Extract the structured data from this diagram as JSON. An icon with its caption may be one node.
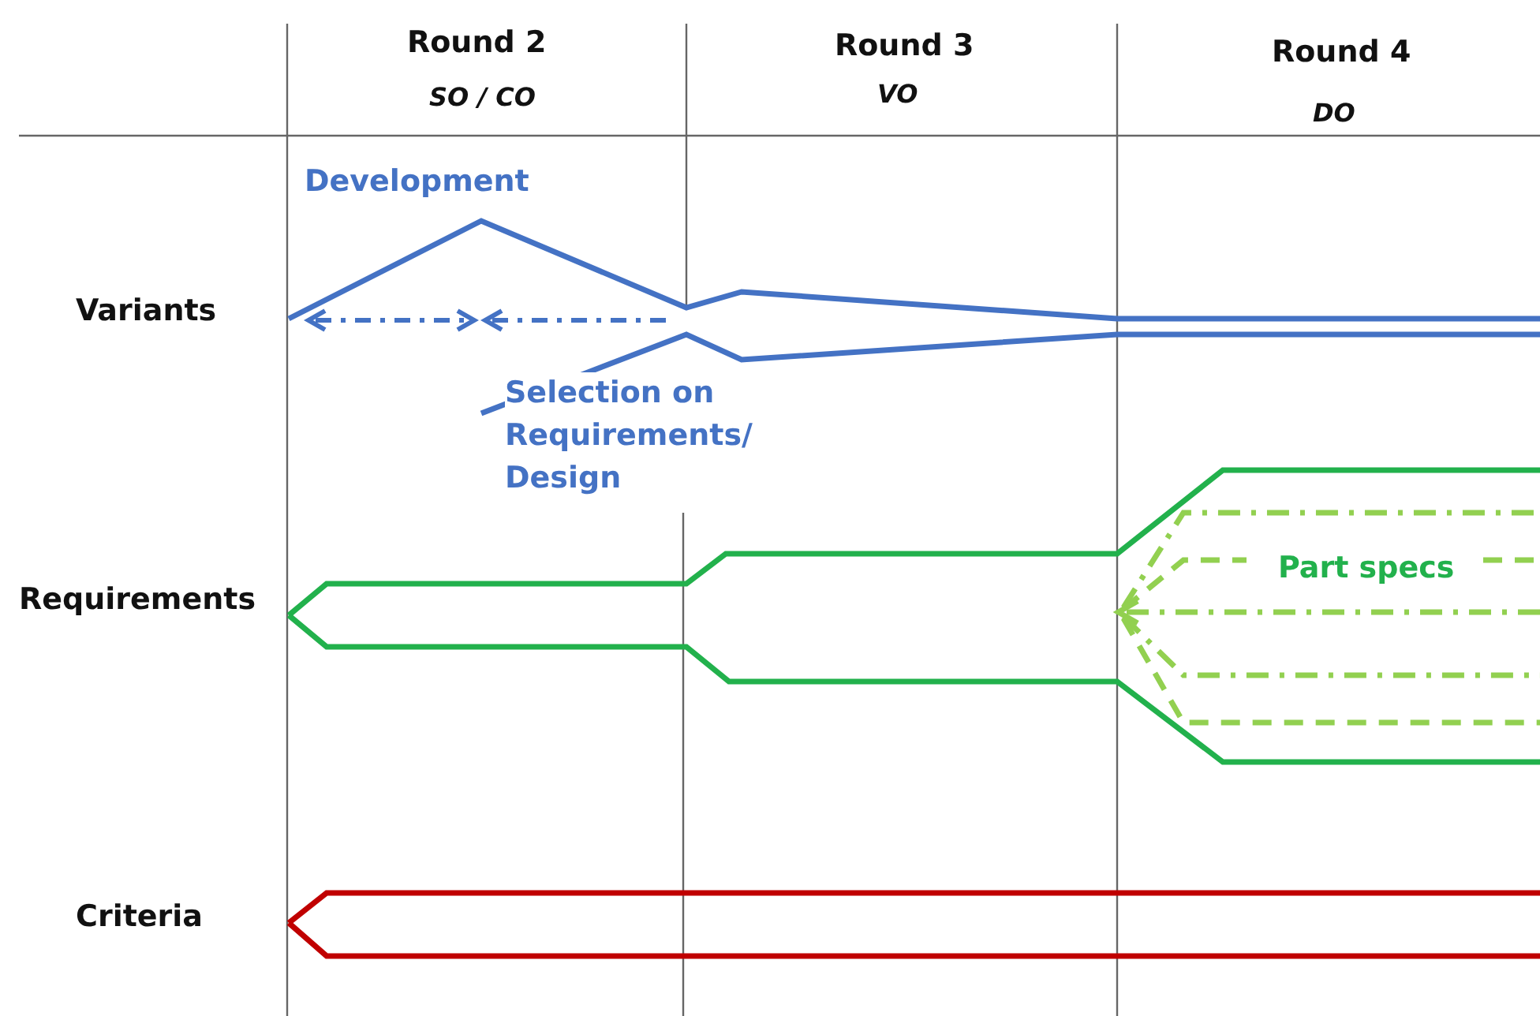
{
  "diagram": {
    "labels": [
      "Round 2",
      "SO / CO",
      "Round 3",
      "VO",
      "Round 4",
      "DO",
      "Development",
      "Variants",
      "Selection on Requirements/ Design",
      "Part specs",
      "Requirements",
      "Criteria"
    ]
  }
}
